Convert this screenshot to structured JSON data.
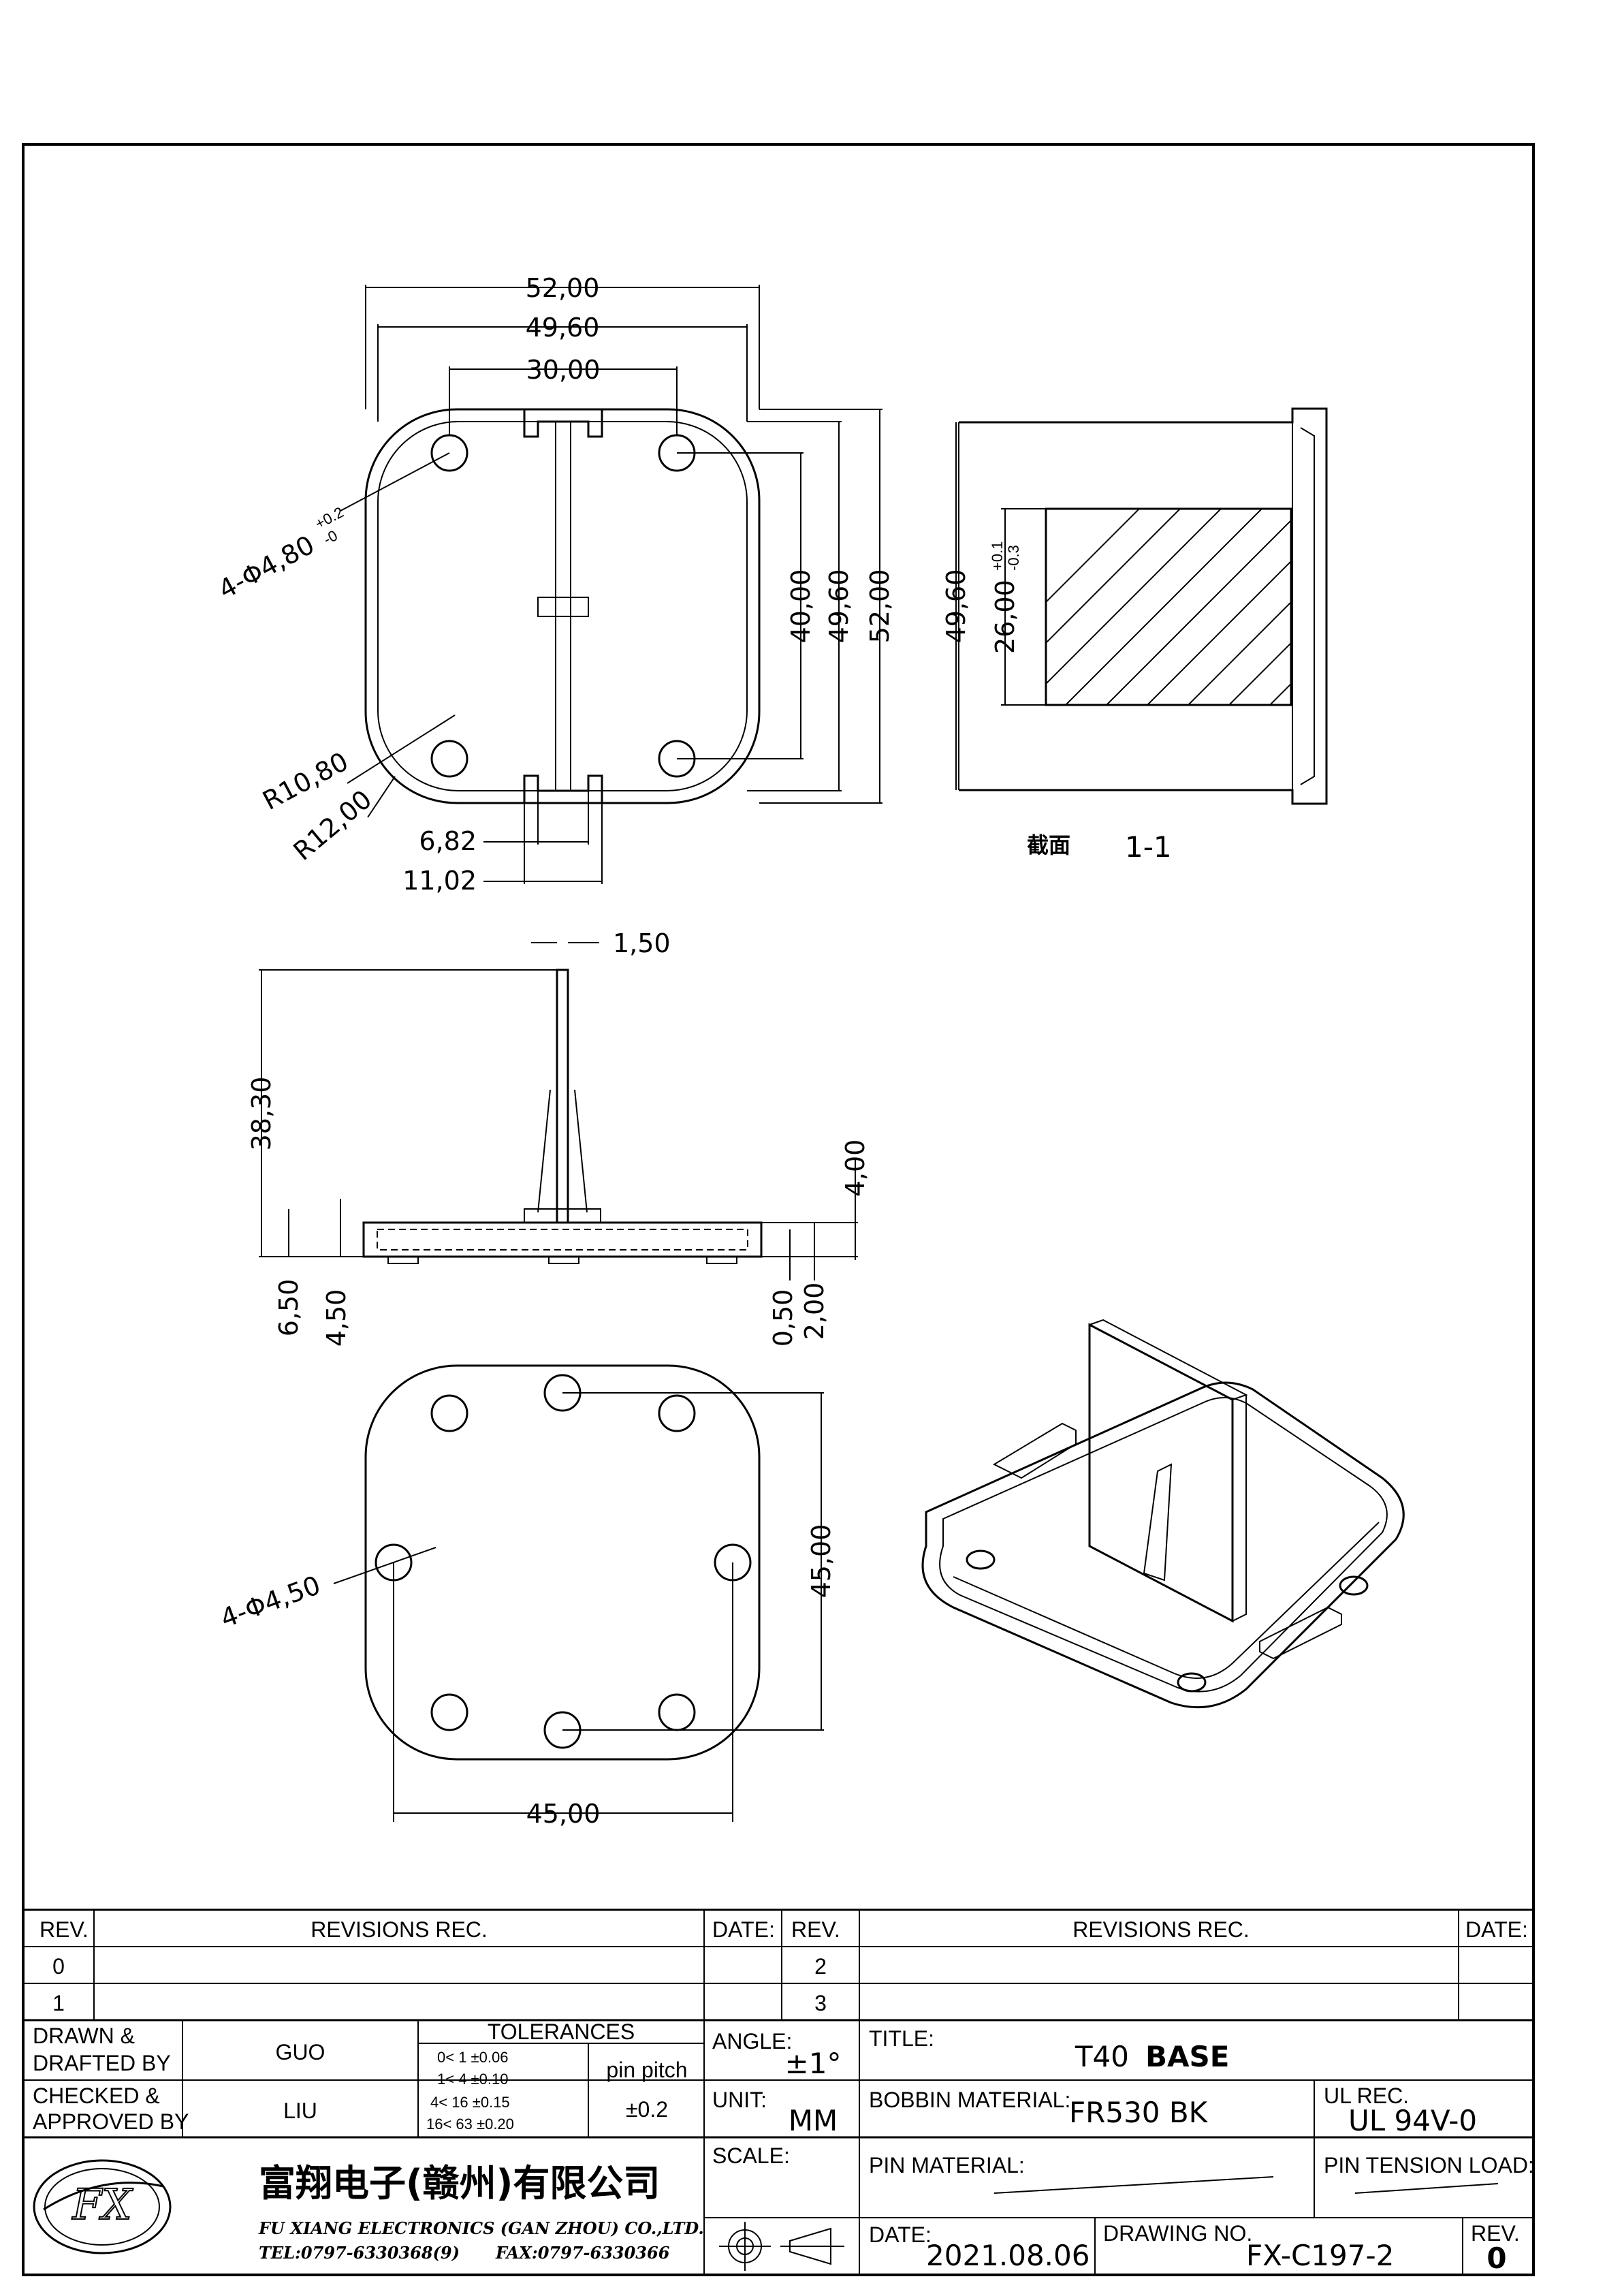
{
  "drawing": {
    "top_view_dims": {
      "width_outer": "52,00",
      "width_inner": "49,60",
      "hole_pitch": "30,00",
      "height_pitch": "40,00",
      "height_inner": "49,60",
      "height_outer": "52,00",
      "hole_spec": "4-Φ4,80",
      "hole_tol_plus": "+0.2",
      "hole_tol_minus": "-0",
      "r_inner": "R10,80",
      "r_outer": "R12,00",
      "slot_inner": "6,82",
      "slot_outer": "11,02"
    },
    "section_dims": {
      "height": "49,60",
      "core": "26,00",
      "core_tol_plus": "+0.1",
      "core_tol_minus": "-0.3",
      "section_label_cn": "截面",
      "section_label": "1-1"
    },
    "side_view_dims": {
      "pin_width": "1,50",
      "height": "38,30",
      "base_h": "4,00",
      "d1": "6,50",
      "d2": "4,50",
      "d3": "0,50",
      "d4": "2,00"
    },
    "bottom_view_dims": {
      "hole_spec": "4-Φ4,50",
      "pitch_v": "45,00",
      "pitch_h": "45,00"
    }
  },
  "title_block": {
    "rev_header": "REV.",
    "revisions_header": "REVISIONS   REC.",
    "date_header": "DATE:",
    "rev_rows_left": [
      "0",
      "1"
    ],
    "rev_rows_right": [
      "2",
      "3"
    ],
    "drawn_label_1": "DRAWN &",
    "drawn_label_2": "DRAFTED BY",
    "drawn_by": "GUO",
    "checked_label_1": "CHECKED &",
    "checked_label_2": "APPROVED BY",
    "checked_by": "LIU",
    "tolerances_header": "TOLERANCES",
    "tol_rows": [
      "0<  1   ±0.06",
      "1<  4   ±0.10",
      "4<  16  ±0.15",
      "16<  63 ±0.20"
    ],
    "pin_pitch_label": "pin pitch",
    "pin_pitch_tol": "±0.2",
    "angle_label": "ANGLE:",
    "angle_value": "±1°",
    "unit_label": "UNIT:",
    "unit_value": "MM",
    "scale_label": "SCALE:",
    "title_label": "TITLE:",
    "title_value_1": "T40",
    "title_value_2": "BASE",
    "bobbin_material_label": "BOBBIN MATERIAL:",
    "bobbin_material": "FR530  BK",
    "ul_rec_label": "UL REC.",
    "ul_rec_value": "UL 94V-0",
    "pin_material_label": "PIN MATERIAL:",
    "pin_tension_label": "PIN TENSION LOAD:",
    "date_label": "DATE:",
    "date_value": "2021.08.06",
    "drawing_no_label": "DRAWING NO.",
    "drawing_no": "FX-C197-2",
    "rev_label": "REV.",
    "rev_value": "0",
    "company_cn": "富翔电子(赣州)有限公司",
    "company_en": "FU XIANG ELECTRONICS (GAN ZHOU) CO.,LTD.",
    "tel": "TEL:0797-6330368(9)",
    "fax": "FAX:0797-6330366",
    "logo_text": "FX"
  }
}
